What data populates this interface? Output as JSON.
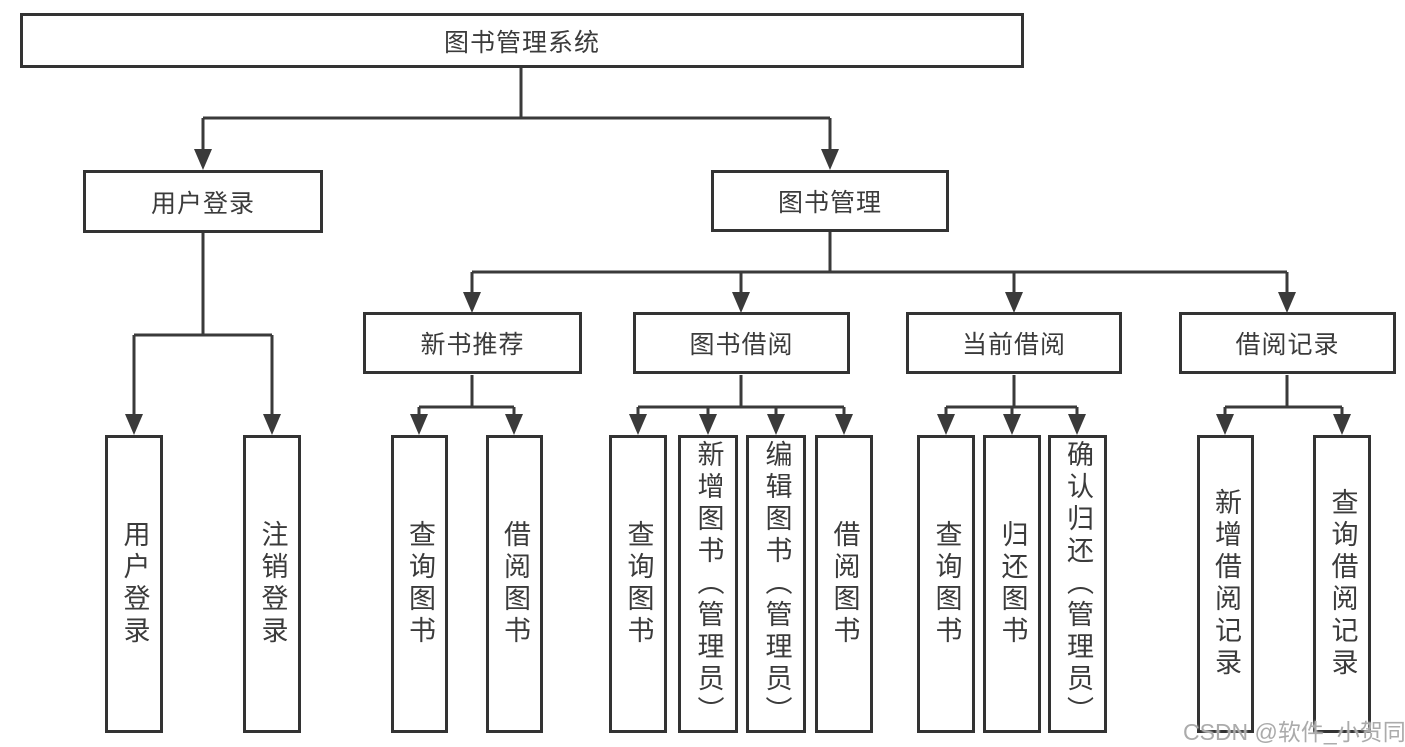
{
  "diagram": {
    "root": {
      "label": "图书管理系统"
    },
    "level2": [
      {
        "id": "user-login",
        "label": "用户登录"
      },
      {
        "id": "book-management",
        "label": "图书管理"
      }
    ],
    "level3": [
      {
        "id": "new-book-recommend",
        "label": "新书推荐",
        "parent": "book-management"
      },
      {
        "id": "book-borrowing",
        "label": "图书借阅",
        "parent": "book-management"
      },
      {
        "id": "current-borrowing",
        "label": "当前借阅",
        "parent": "book-management"
      },
      {
        "id": "borrowing-records",
        "label": "借阅记录",
        "parent": "book-management"
      }
    ],
    "leaves": [
      {
        "group": "user-login",
        "label": "用户登录"
      },
      {
        "group": "user-login",
        "label": "注销登录"
      },
      {
        "group": "new-book-recommend",
        "label": "查询图书"
      },
      {
        "group": "new-book-recommend",
        "label": "借阅图书"
      },
      {
        "group": "book-borrowing",
        "label": "查询图书"
      },
      {
        "group": "book-borrowing",
        "label": "新增图书（管理员）"
      },
      {
        "group": "book-borrowing",
        "label": "编辑图书（管理员）"
      },
      {
        "group": "book-borrowing",
        "label": "借阅图书"
      },
      {
        "group": "current-borrowing",
        "label": "查询图书"
      },
      {
        "group": "current-borrowing",
        "label": "归还图书"
      },
      {
        "group": "current-borrowing",
        "label": "确认归还（管理员）"
      },
      {
        "group": "borrowing-records",
        "label": "新增借阅记录"
      },
      {
        "group": "borrowing-records",
        "label": "查询借阅记录"
      }
    ]
  },
  "watermark": {
    "text": "CSDN @软件_小贺同学"
  },
  "colors": {
    "background": "#ffffff",
    "box_border": "#333333",
    "text": "#3b3b3b",
    "connector": "#3a3a3a",
    "watermark": "#ababab"
  }
}
